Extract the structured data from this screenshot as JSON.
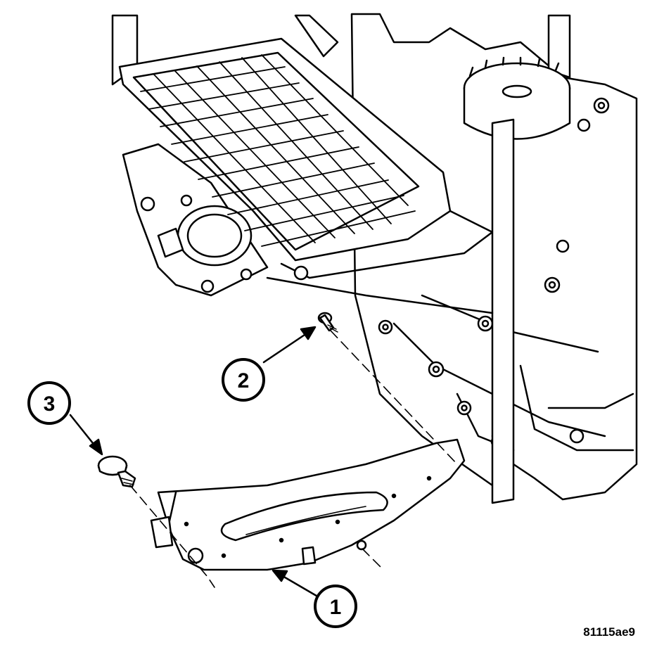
{
  "diagram": {
    "callouts": [
      {
        "number": "1"
      },
      {
        "number": "2"
      },
      {
        "number": "3"
      }
    ],
    "figure_code": "81115ae9"
  },
  "colors": {
    "line": "#000000",
    "fill": "#ffffff"
  }
}
